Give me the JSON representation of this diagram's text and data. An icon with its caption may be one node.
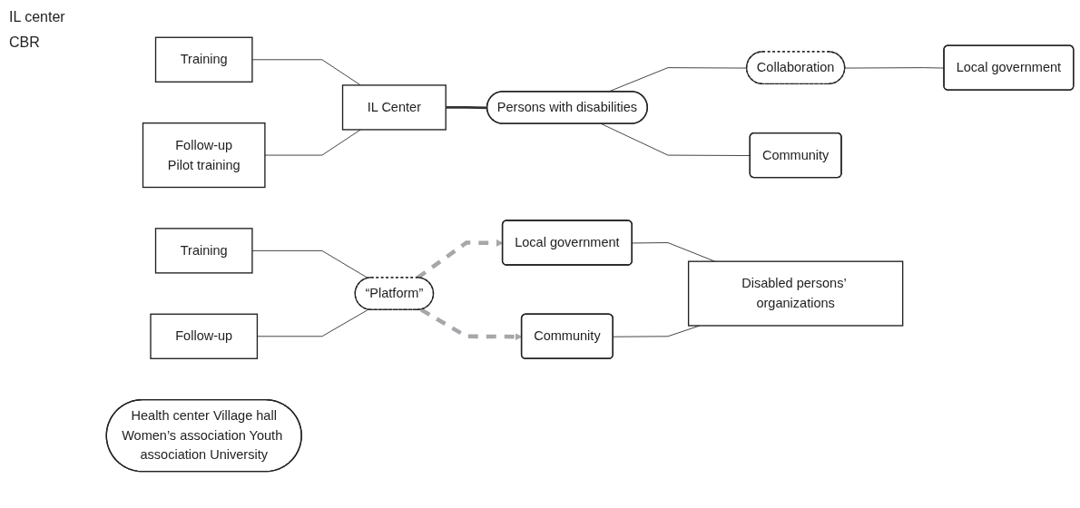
{
  "diagram": {
    "nodes": [
      {
        "text": [
          "Training"
        ]
      },
      {
        "text": [
          "IL Center"
        ]
      },
      {
        "text": [
          "Follow-up",
          "Pilot training"
        ]
      },
      {
        "text": [
          "Persons with disabilities"
        ]
      },
      {
        "text": [
          "Collaboration"
        ]
      },
      {
        "text": [
          "Local government"
        ]
      },
      {
        "text": [
          "Community"
        ]
      },
      {
        "text": [
          "Training"
        ]
      },
      {
        "text": [
          "Follow-up"
        ]
      },
      {
        "text": [
          "“Platform”"
        ]
      },
      {
        "text": [
          "Health center Village hall",
          "Women’s association Youth association University"
        ]
      },
      {
        "text": [
          "Local government"
        ]
      },
      {
        "text": [
          "Community"
        ]
      },
      {
        "text": [
          "Disabled persons’ organizations"
        ]
      }
    ],
    "edges": [
      {
        "from": 0,
        "to": 1,
        "arrow": "none"
      },
      {
        "from": 2,
        "to": 1,
        "arrow": "none"
      },
      {
        "from": 1,
        "to": 3,
        "arrow": "none",
        "style": "thick"
      },
      {
        "from": 3,
        "to": 4,
        "arrow": "none"
      },
      {
        "from": 4,
        "to": 5,
        "arrow": "none"
      },
      {
        "from": 3,
        "to": 6,
        "arrow": "none"
      },
      {
        "from": 7,
        "to": 9,
        "arrow": "none"
      },
      {
        "from": 8,
        "to": 9,
        "arrow": "none"
      },
      {
        "from": 9,
        "to": 11,
        "arrow": "to",
        "style": "dashed",
        "color": "#a6a7aa"
      },
      {
        "from": 9,
        "to": 12,
        "arrow": "to",
        "style": "dashed",
        "color": "#a6a7aa"
      },
      {
        "from": 11,
        "to": 13,
        "arrow": "none"
      },
      {
        "from": 12,
        "to": 13,
        "arrow": "none"
      }
    ],
    "labels": [
      "IL center",
      "CBR"
    ]
  }
}
